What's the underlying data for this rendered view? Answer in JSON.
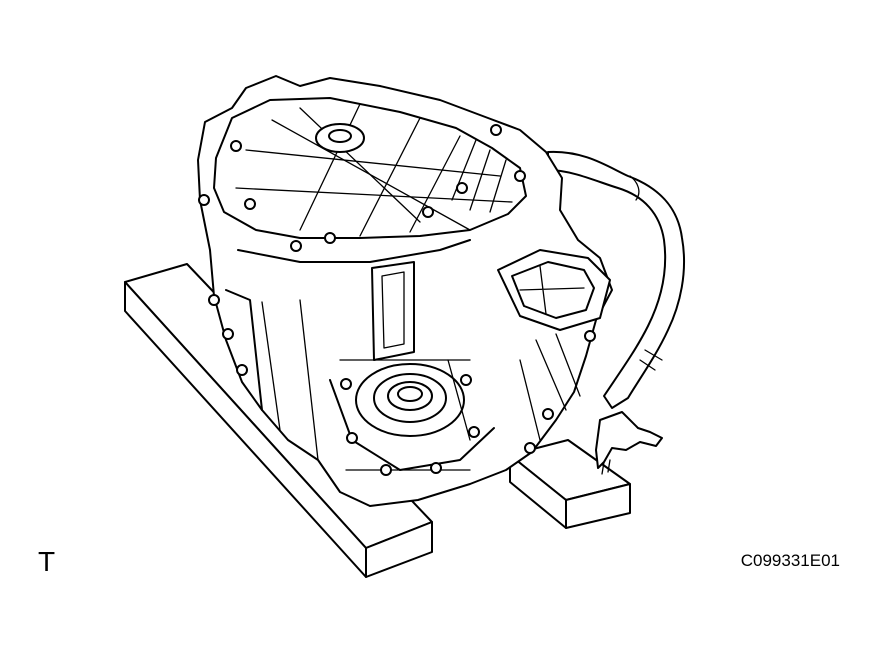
{
  "figure": {
    "corner_label": "T",
    "figure_code": "C099331E01"
  },
  "illustration": {
    "subject": "transaxle-assembly-on-wooden-blocks",
    "line_color": "#000000",
    "background_color": "#ffffff"
  }
}
